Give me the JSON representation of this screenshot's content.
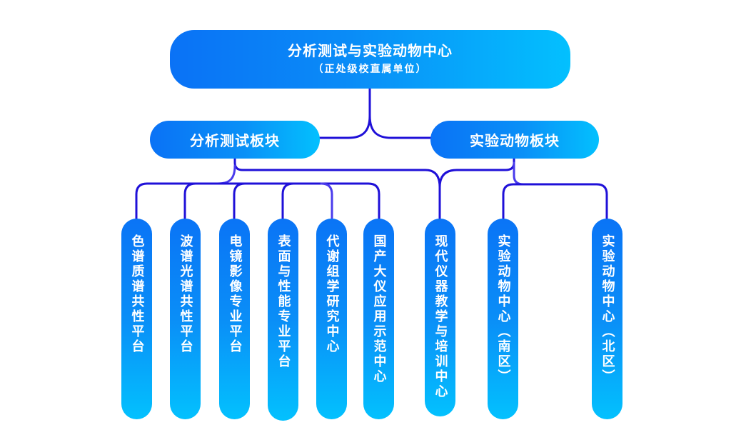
{
  "root": {
    "title": "分析测试与实验动物中心",
    "subtitle": "（正处级校直属单位）"
  },
  "branches": [
    {
      "label": "分析测试板块"
    },
    {
      "label": "实验动物板块"
    }
  ],
  "platforms": [
    {
      "label": "色谱质谱共性平台",
      "branch": "分析测试板块"
    },
    {
      "label": "波谱光谱共性平台",
      "branch": "分析测试板块"
    },
    {
      "label": "电镜影像专业平台",
      "branch": "分析测试板块"
    },
    {
      "label": "表面与性能专业平台",
      "branch": "分析测试板块"
    },
    {
      "label": "代谢组学研究中心",
      "branch": "分析测试板块"
    },
    {
      "label": "国产大仪应用示范中心",
      "branch": "分析测试板块"
    },
    {
      "label": "现代仪器教学与培训中心",
      "branch": "分析测试板块 / 实验动物板块"
    },
    {
      "label": "实验动物中心（南区）",
      "branch": "实验动物板块"
    },
    {
      "label": "实验动物中心（北区）",
      "branch": "实验动物板块"
    }
  ],
  "colors": {
    "box_gradient_start": "#0a72f6",
    "box_gradient_end": "#03c0fe",
    "connector": "#1f10d8",
    "text": "#ffffff"
  }
}
